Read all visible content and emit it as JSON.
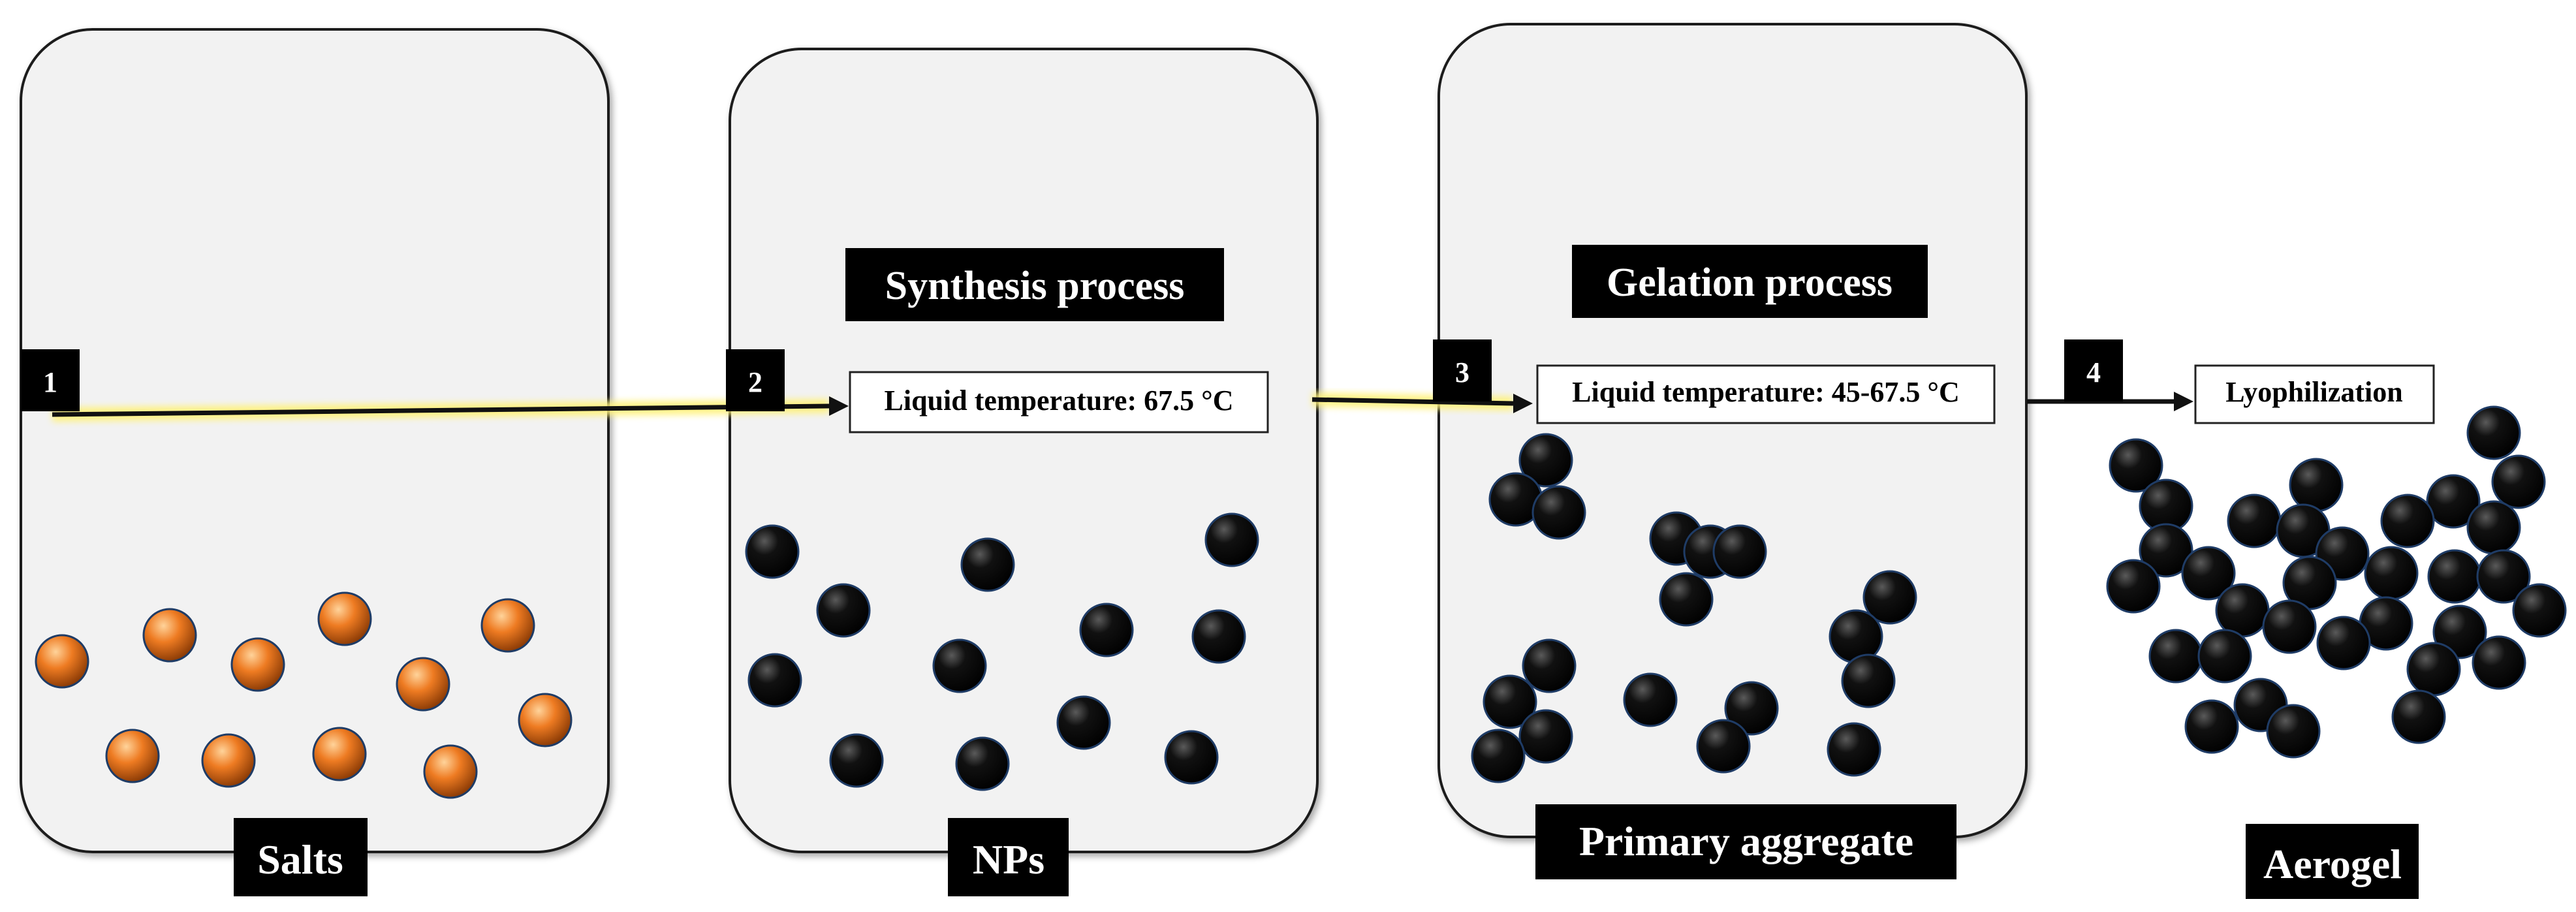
{
  "diagram": {
    "stages": [
      {
        "step": "1",
        "label": "Salts"
      },
      {
        "step": "2",
        "label": "NPs",
        "process": "Synthesis process",
        "condition": "Liquid temperature: 67.5 °C"
      },
      {
        "step": "3",
        "label": "Primary aggregate",
        "process": "Gelation process",
        "condition": "Liquid temperature: 45-67.5 °C"
      },
      {
        "step": "4",
        "label": "Aerogel",
        "condition": "Lyophilization"
      }
    ]
  },
  "colors": {
    "container_fill": "#f2f2f2",
    "container_stroke": "#1a1a1a",
    "salt_particle": "#ee7b22",
    "nanoparticle": "#0a0a0a",
    "particle_outline": "#1f3c66",
    "arrow_glow": "#fff27a",
    "label_background": "#000000"
  },
  "icons": {
    "salt": "orange-sphere",
    "nanoparticle": "black-sphere",
    "arrow": "right-arrow"
  }
}
